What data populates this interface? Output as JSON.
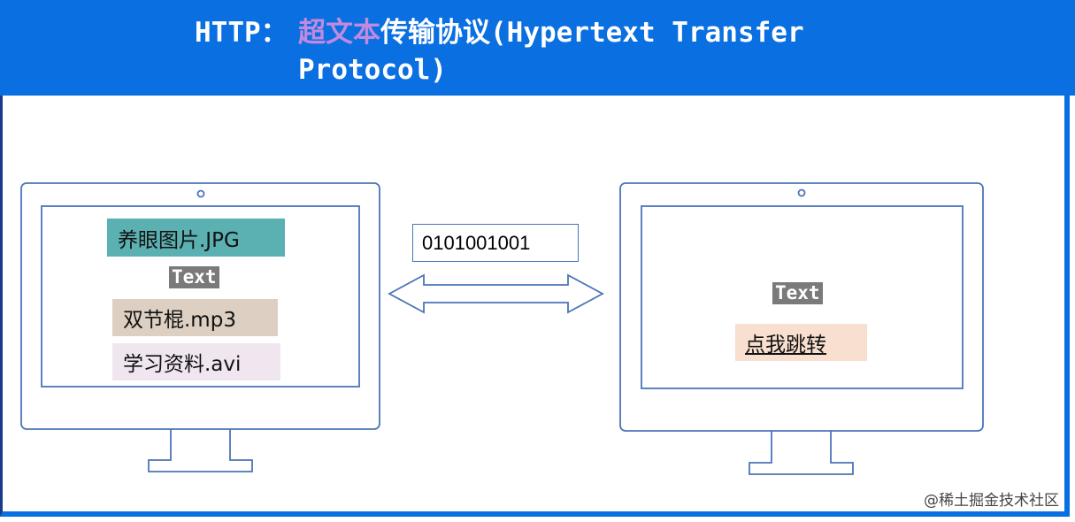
{
  "header": {
    "title_prefix": "HTTP：",
    "title_highlight": "超文本",
    "title_rest_line1": "传输协议(Hypertext Transfer",
    "title_line2": "Protocol)"
  },
  "left_monitor": {
    "files": [
      {
        "label": "养眼图片.JPG",
        "color": "#5bb0b2"
      },
      {
        "label": "双节棍.mp3",
        "color": "#ddd0c2"
      },
      {
        "label": "学习资料.avi",
        "color": "#efe6ef"
      }
    ],
    "text_tag": "Text"
  },
  "transfer": {
    "binary": "0101001001"
  },
  "right_monitor": {
    "text_tag": "Text",
    "link_label": "点我跳转",
    "link_color": "#f8dfd0"
  },
  "footer": {
    "watermark": "@稀土掘金技术社区"
  },
  "colors": {
    "header_bg": "#0a6fe0",
    "monitor_stroke": "#4a74b8",
    "highlight": "#c08ae0"
  }
}
